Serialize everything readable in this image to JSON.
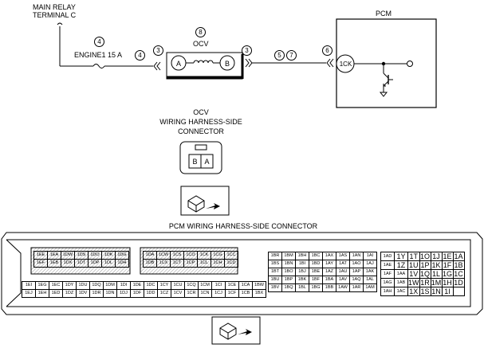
{
  "terminal_label": [
    "MAIN RELAY",
    "TERMINAL C"
  ],
  "pcm_label": "PCM",
  "fuse_label": "ENGINE1 15 A",
  "ocv_label": "OCV",
  "callouts": {
    "fuse_top": "4",
    "fuse_side": "4",
    "ocv_left": "3",
    "ocv_top": "8",
    "ocv_right": "3",
    "wire_a": "5",
    "wire_b": "7",
    "pcm_conn": "6"
  },
  "pins": {
    "ocv_a": "A",
    "ocv_b": "B",
    "pcm": "1CK"
  },
  "ocv_connector": {
    "title": [
      "OCV",
      "WIRING HARNESS-SIDE",
      "CONNECTOR"
    ],
    "cells": [
      "B",
      "A"
    ]
  },
  "pcm_connector": {
    "title": "PCM WIRING HARNESS-SIDE CONNECTOR",
    "blocks": [
      {
        "rows": [
          [
            "1EE",
            "1EA",
            "1DW",
            "1DS",
            "1DO",
            "1DK",
            "1DG"
          ],
          [
            "1EF",
            "1EB",
            "1DX",
            "1DT",
            "1DP",
            "1DL",
            "1DH"
          ]
        ]
      },
      {
        "rows": [
          [
            "1DA",
            "1CW",
            "1CS",
            "1CO",
            "1CK",
            "1CG",
            "1CC"
          ],
          [
            "1DB",
            "1CX",
            "1CT",
            "1CP",
            "1CL",
            "1CH",
            "1CD"
          ]
        ]
      },
      {
        "rows": [
          [
            "1BR",
            "1BM",
            "1BH",
            "1BC",
            "1AX",
            "1AS",
            "1AN",
            "1AI"
          ],
          [
            "1BS",
            "1BN",
            "1BI",
            "1BD",
            "1AY",
            "1AT",
            "1AO",
            "1AJ"
          ],
          [
            "1BT",
            "1BO",
            "1BJ",
            "1BE",
            "1AZ",
            "1AU",
            "1AP",
            "1AK"
          ],
          [
            "1BU",
            "1BP",
            "1BK",
            "1BF",
            "1BA",
            "1AV",
            "1AQ",
            "1AL"
          ],
          [
            "1BV",
            "1BQ",
            "1BL",
            "1BG",
            "1BB",
            "1AW",
            "1AR",
            "1AM"
          ]
        ]
      },
      {
        "rows": [
          [
            "1AD",
            "1Y",
            "1T",
            "1O",
            "1J",
            "1E",
            "1A"
          ],
          [
            "1AE",
            "1Z",
            "1U",
            "1P",
            "1K",
            "1F",
            "1B"
          ],
          [
            "1AF",
            "1AA",
            "1V",
            "1Q",
            "1L",
            "1G",
            "1C"
          ],
          [
            "1AG",
            "1AB",
            "1W",
            "1R",
            "1M",
            "1H",
            "1D"
          ],
          [
            "1AH",
            "1AC",
            "1X",
            "1S",
            "1N",
            "1I",
            ""
          ]
        ]
      },
      {
        "rows": [
          [
            "1EI",
            "1EG",
            "1EC",
            "1DY",
            "1DU",
            "1DQ",
            "1DM",
            "1DI"
          ],
          [
            "1EJ",
            "1EH",
            "1ED",
            "1DZ",
            "1DV",
            "1DR",
            "1DN",
            "1DJ"
          ]
        ]
      },
      {
        "rows": [
          [
            "1DE",
            "1DC",
            "1CY",
            "1CU",
            "1CQ",
            "1CM",
            "1CI",
            "1CE",
            "1CA",
            "1BW"
          ],
          [
            "1DF",
            "1DD",
            "1CZ",
            "1CV",
            "1CR",
            "1CN",
            "1CJ",
            "1CF",
            "1CB",
            "1BX"
          ]
        ]
      }
    ]
  }
}
